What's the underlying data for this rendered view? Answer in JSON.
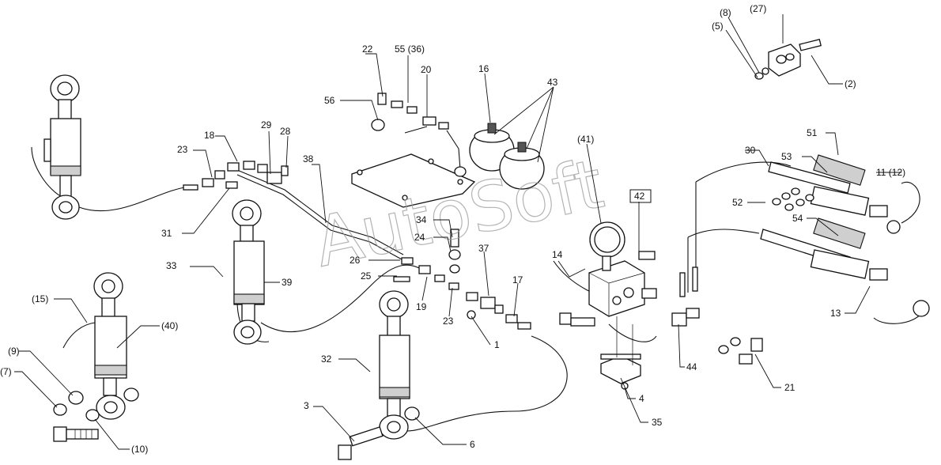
{
  "watermark": "AutoSoft",
  "labels": {
    "l22": "22",
    "l55": "55 (36)",
    "l20": "20",
    "l16": "16",
    "l43": "43",
    "l56": "56",
    "l41": "(41)",
    "l42": "42",
    "l8": "(8)",
    "l27": "(27)",
    "l5": "(5)",
    "l2": "(2)",
    "l18": "18",
    "l29": "29",
    "l28": "28",
    "l23a": "23",
    "l38": "38",
    "l31": "31",
    "l34": "34",
    "l24": "24",
    "l37": "37",
    "l14": "14",
    "l33": "33",
    "l39": "39",
    "l26": "26",
    "l25": "25",
    "l19": "19",
    "l23b": "23",
    "l17": "17",
    "l1": "1",
    "l15": "(15)",
    "l40": "(40)",
    "l9": "(9)",
    "l7": "(7)",
    "l10": "(10)",
    "l32": "32",
    "l3": "3",
    "l6": "6",
    "l35": "35",
    "l4": "4",
    "l44": "44",
    "l51": "51",
    "l30": "30",
    "l53": "53",
    "l11": "11 (12)",
    "l52": "52",
    "l54": "54",
    "l13": "13",
    "l21": "21"
  }
}
